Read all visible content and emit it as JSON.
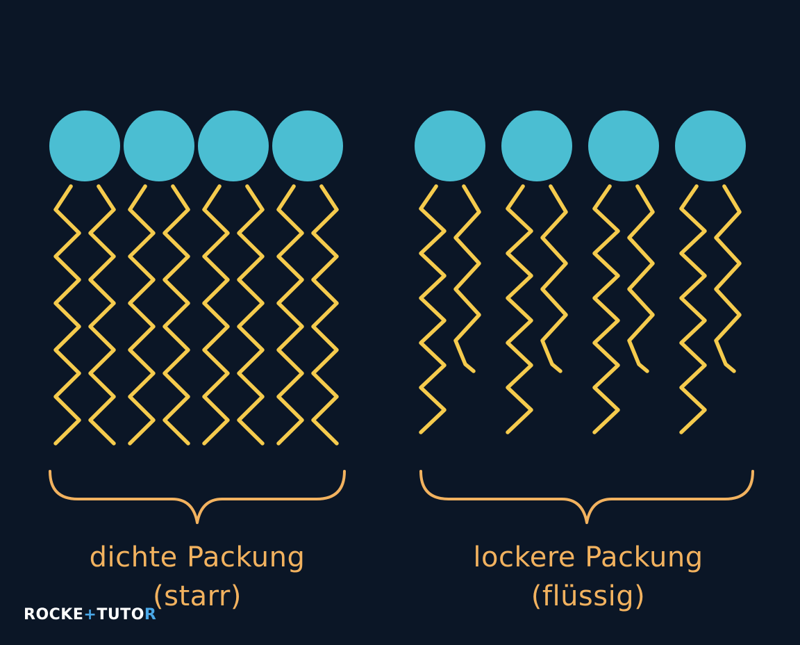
{
  "groups": [
    {
      "id": "dense",
      "label_line1": "dichte Packung",
      "label_line2": "(starr)",
      "heads": 4,
      "tails_per_head": 2,
      "tail_end": "straight"
    },
    {
      "id": "loose",
      "label_line1": "lockere Packung",
      "label_line2": "(flüssig)",
      "heads": 4,
      "tails_per_head": 2,
      "tail_end": "kinked"
    }
  ],
  "logo": {
    "part1": "ROCKE",
    "plus": "+",
    "part2": "TUTO",
    "part3": "R"
  },
  "colors": {
    "background": "#0b1626",
    "head": "#4bbed2",
    "tail": "#f5cb4d",
    "brace": "#f2b25f",
    "label": "#f2b25f"
  }
}
